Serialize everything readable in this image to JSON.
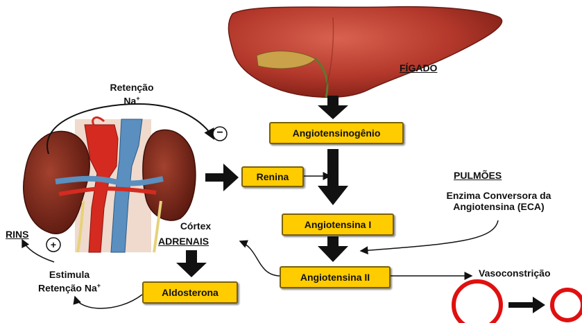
{
  "organs": {
    "liver": "FÍGADO",
    "lungs": "PULMÕES",
    "kidneys": "RINS",
    "adrenal_line1": "Córtex",
    "adrenal_line2": "ADRENAIS"
  },
  "boxes": {
    "angiotensinogen": "Angiotensinogênio",
    "renin": "Renina",
    "angiotensin1": "Angiotensina I",
    "angiotensin2": "Angiotensina II",
    "aldosterone": "Aldosterona"
  },
  "labels": {
    "retention_line1": "Retenção",
    "retention_line2": "Na",
    "retention_sup": "+",
    "enzyme_line1": "Enzima Conversora da",
    "enzyme_line2": "Angiotensina (ECA)",
    "vasoconstriction": "Vasoconstrição",
    "stimulates_line1": "Estimula",
    "stimulates_line2": "Retenção Na",
    "stimulates_sup": "+",
    "minus_sign": "−",
    "plus_sign": "+"
  },
  "colors": {
    "box_fill": "#ffcc00",
    "liver": "#b3382b",
    "kidney": "#7a2418",
    "artery": "#d42a20",
    "vein": "#5a8fbf",
    "vessel_ring": "#e01010"
  }
}
